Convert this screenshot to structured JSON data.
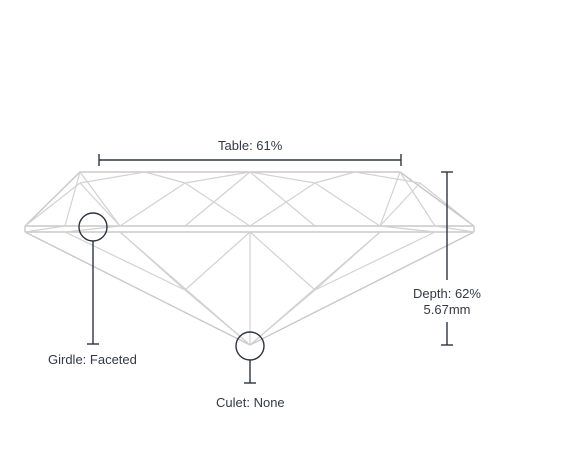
{
  "diagram": {
    "table_label": "Table: 61%",
    "depth_label": "Depth: 62%",
    "depth_mm": "5.67mm",
    "girdle_label": "Girdle: Faceted",
    "culet_label": "Culet: None"
  },
  "colors": {
    "diamond_lines": "#d2d2d2",
    "measure_lines": "#2d3440",
    "text": "#333a45"
  }
}
